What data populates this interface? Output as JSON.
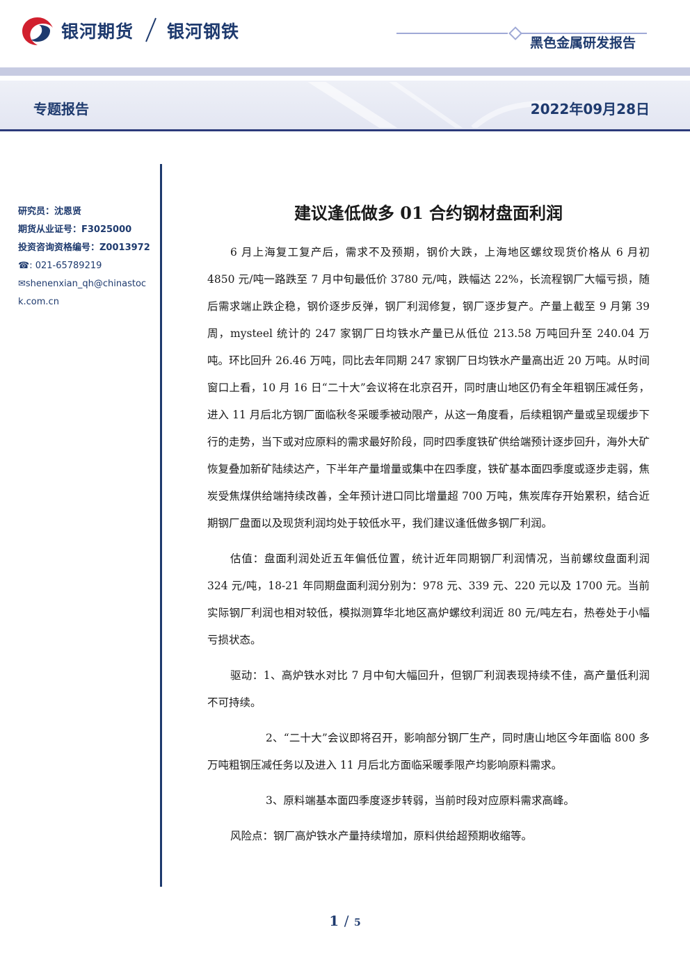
{
  "header": {
    "brand_primary": "银河期货",
    "brand_secondary": "银河钢铁",
    "report_category": "黑色金属研发报告",
    "report_kind": "专题报告",
    "date": "2022年09月28日",
    "accent_color": "#1e3a6e",
    "logo_red": "#d1202e"
  },
  "analyst": {
    "researcher": "研究员：沈恩贤",
    "license": "期货从业证号：F3025000",
    "advisory": "投资咨询资格编号：Z0013972",
    "phone": "☎: 021-65789219",
    "email": "✉shenenxian_qh@chinastock.com.cn"
  },
  "article": {
    "title": "建议逢低做多 01 合约钢材盘面利润",
    "paragraphs": [
      "6 月上海复工复产后，需求不及预期，钢价大跌，上海地区螺纹现货价格从 6 月初 4850 元/吨一路跌至 7 月中旬最低价 3780 元/吨，跌幅达 22%，长流程钢厂大幅亏损，随后需求端止跌企稳，钢价逐步反弹，钢厂利润修复，钢厂逐步复产。产量上截至 9 月第 39 周，mysteel 统计的 247 家钢厂日均铁水产量已从低位 213.58 万吨回升至 240.04 万吨。环比回升 26.46 万吨，同比去年同期 247 家钢厂日均铁水产量高出近 20 万吨。从时间窗口上看，10 月 16 日“二十大”会议将在北京召开，同时唐山地区仍有全年粗钢压减任务，进入 11 月后北方钢厂面临秋冬采暖季被动限产，从这一角度看，后续粗钢产量或呈现缓步下行的走势，当下或对应原料的需求最好阶段，同时四季度铁矿供给端预计逐步回升，海外大矿恢复叠加新矿陆续达产，下半年产量增量或集中在四季度，铁矿基本面四季度或逐步走弱，焦炭受焦煤供给端持续改善，全年预计进口同比增量超 700 万吨，焦炭库存开始累积，结合近期钢厂盘面以及现货利润均处于较低水平，我们建议逢低做多钢厂利润。",
      "估值：盘面利润处近五年偏低位置，统计近年同期钢厂利润情况，当前螺纹盘面利润 324 元/吨，18-21 年同期盘面利润分别为：978 元、339 元、220 元以及 1700 元。当前实际钢厂利润也相对较低，模拟测算华北地区高炉螺纹利润近 80 元/吨左右，热卷处于小幅亏损状态。",
      "驱动：1、高炉铁水对比 7 月中旬大幅回升，但钢厂利润表现持续不佳，高产量低利润不可持续。",
      "2、“二十大”会议即将召开，影响部分钢厂生产，同时唐山地区今年面临 800 多万吨粗钢压减任务以及进入 11 月后北方面临采暖季限产均影响原料需求。",
      "3、原料端基本面四季度逐步转弱，当前时段对应原料需求高峰。",
      "风险点：钢厂高炉铁水产量持续增加，原料供给超预期收缩等。"
    ]
  },
  "footer": {
    "page_current": "1",
    "separator": "/",
    "page_total": "5"
  }
}
